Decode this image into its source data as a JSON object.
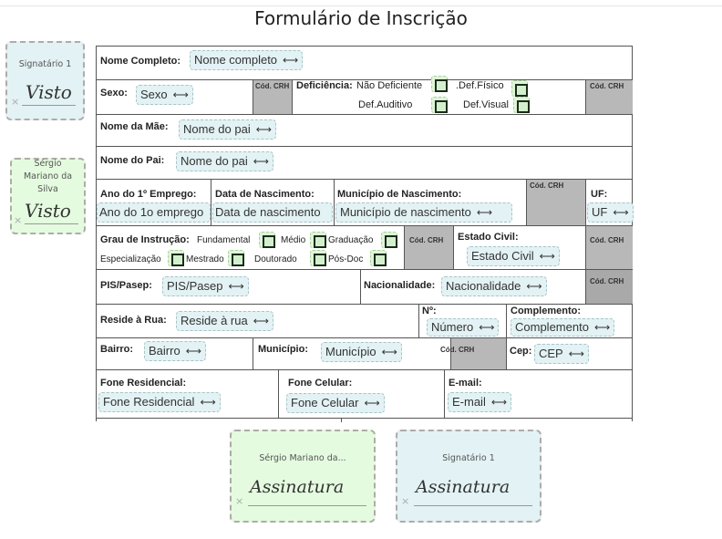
{
  "title": "Formulário de Inscrição",
  "crh": "Cód. CRH",
  "arrow": "⟷",
  "rows": {
    "nome_completo": {
      "label": "Nome Completo:",
      "field": "Nome completo"
    },
    "sexo": {
      "label": "Sexo:",
      "field": "Sexo"
    },
    "deficiencia": {
      "label": "Deficiência:",
      "nao": "Não Deficiente",
      "fisico": ".Def.Físico",
      "auditivo": "Def.Auditivo",
      "visual": "Def.Visual"
    },
    "mae": {
      "label": "Nome da Mãe:",
      "field": "Nome do pai"
    },
    "pai": {
      "label": "Nome do Pai:",
      "field": "Nome do pai"
    },
    "ano": {
      "label": "Ano do 1º Emprego:",
      "field": "Ano do 1o emprego"
    },
    "data": {
      "label": "Data de Nascimento:",
      "field": "Data de nascimento"
    },
    "municipio_nasc": {
      "label": "Município de Nascimento:",
      "field": "Município de nascimento"
    },
    "uf": {
      "label": "UF:",
      "field": "UF"
    },
    "grau": {
      "label": "Grau de Instrução:",
      "fundamental": "Fundamental",
      "medio": "Médio",
      "graduacao": "Graduação",
      "especializacao": "Especialização",
      "mestrado": "Mestrado",
      "doutorado": "Doutorado",
      "posdoc": "Pós-Doc"
    },
    "estado_civil": {
      "label": "Estado Civil:",
      "field": "Estado Civil"
    },
    "pis": {
      "label": "PIS/Pasep:",
      "field": "PIS/Pasep"
    },
    "nacionalidade": {
      "label": "Nacionalidade:",
      "field": "Nacionalidade"
    },
    "rua": {
      "label": "Reside à Rua:",
      "field": "Reside à rua"
    },
    "numero": {
      "label": "Nº:",
      "field": "Número"
    },
    "complemento": {
      "label": "Complemento:",
      "field": "Complemento"
    },
    "bairro": {
      "label": "Bairro:",
      "field": "Bairro"
    },
    "municipio": {
      "label": "Município:",
      "field": "Município"
    },
    "cep": {
      "label": "Cep:",
      "field": "CEP"
    },
    "fone_res": {
      "label": "Fone Residencial:",
      "field": "Fone Residencial"
    },
    "fone_cel": {
      "label": "Fone Celular:",
      "field": "Fone Celular"
    },
    "email": {
      "label": "E-mail:",
      "field": "E-mail"
    }
  },
  "signatures": {
    "visto1": {
      "name": "Signatário 1",
      "script": "Visto"
    },
    "visto2": {
      "name": "Sérgio Mariano da Silva",
      "script": "Visto"
    },
    "assin1": {
      "name": "Sérgio Mariano da...",
      "script": "Assinatura"
    },
    "assin2": {
      "name": "Signatário 1",
      "script": "Assinatura"
    }
  },
  "colors": {
    "signer1": "#e3f2f4",
    "signer2": "#e4fbdf"
  }
}
